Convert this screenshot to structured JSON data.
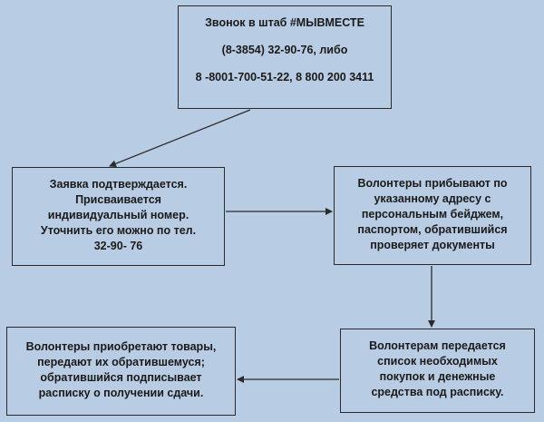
{
  "flowchart": {
    "nodes": [
      {
        "id": "hotline",
        "lines": [
          "Звонок в штаб #МЫВМЕСТЕ",
          "(8-3854) 32-90-76, либо",
          "8 -8001-700-51-22, 8 800 200 3411"
        ]
      },
      {
        "id": "request",
        "lines": [
          "Заявка подтверждается.",
          "Присваивается",
          "индивидуальный номер.",
          "Уточнить его можно по тел.",
          "32-90- 76"
        ]
      },
      {
        "id": "volunteers-arrive",
        "lines": [
          "Волонтеры прибывают по",
          "указанному адресу с",
          "персональным бейджем,",
          "паспортом, обратившийся",
          "проверяет документы"
        ]
      },
      {
        "id": "purchase",
        "lines": [
          "Волонтеры приобретают товары,",
          "передают их обратившемуся;",
          "обратившийся подписывает",
          "расписку о получении сдачи."
        ]
      },
      {
        "id": "handover",
        "lines": [
          "Волонтерам передается",
          "список необходимых",
          "покупок и денежные",
          "средства под расписку."
        ]
      }
    ],
    "edges": [
      {
        "from": "hotline",
        "to": "request"
      },
      {
        "from": "request",
        "to": "volunteers-arrive"
      },
      {
        "from": "volunteers-arrive",
        "to": "handover"
      },
      {
        "from": "handover",
        "to": "purchase"
      }
    ],
    "colors": {
      "background": "#b8cce4",
      "border": "#2b2b2b",
      "text": "#1a1a1a",
      "arrow": "#2b2b2b"
    }
  }
}
